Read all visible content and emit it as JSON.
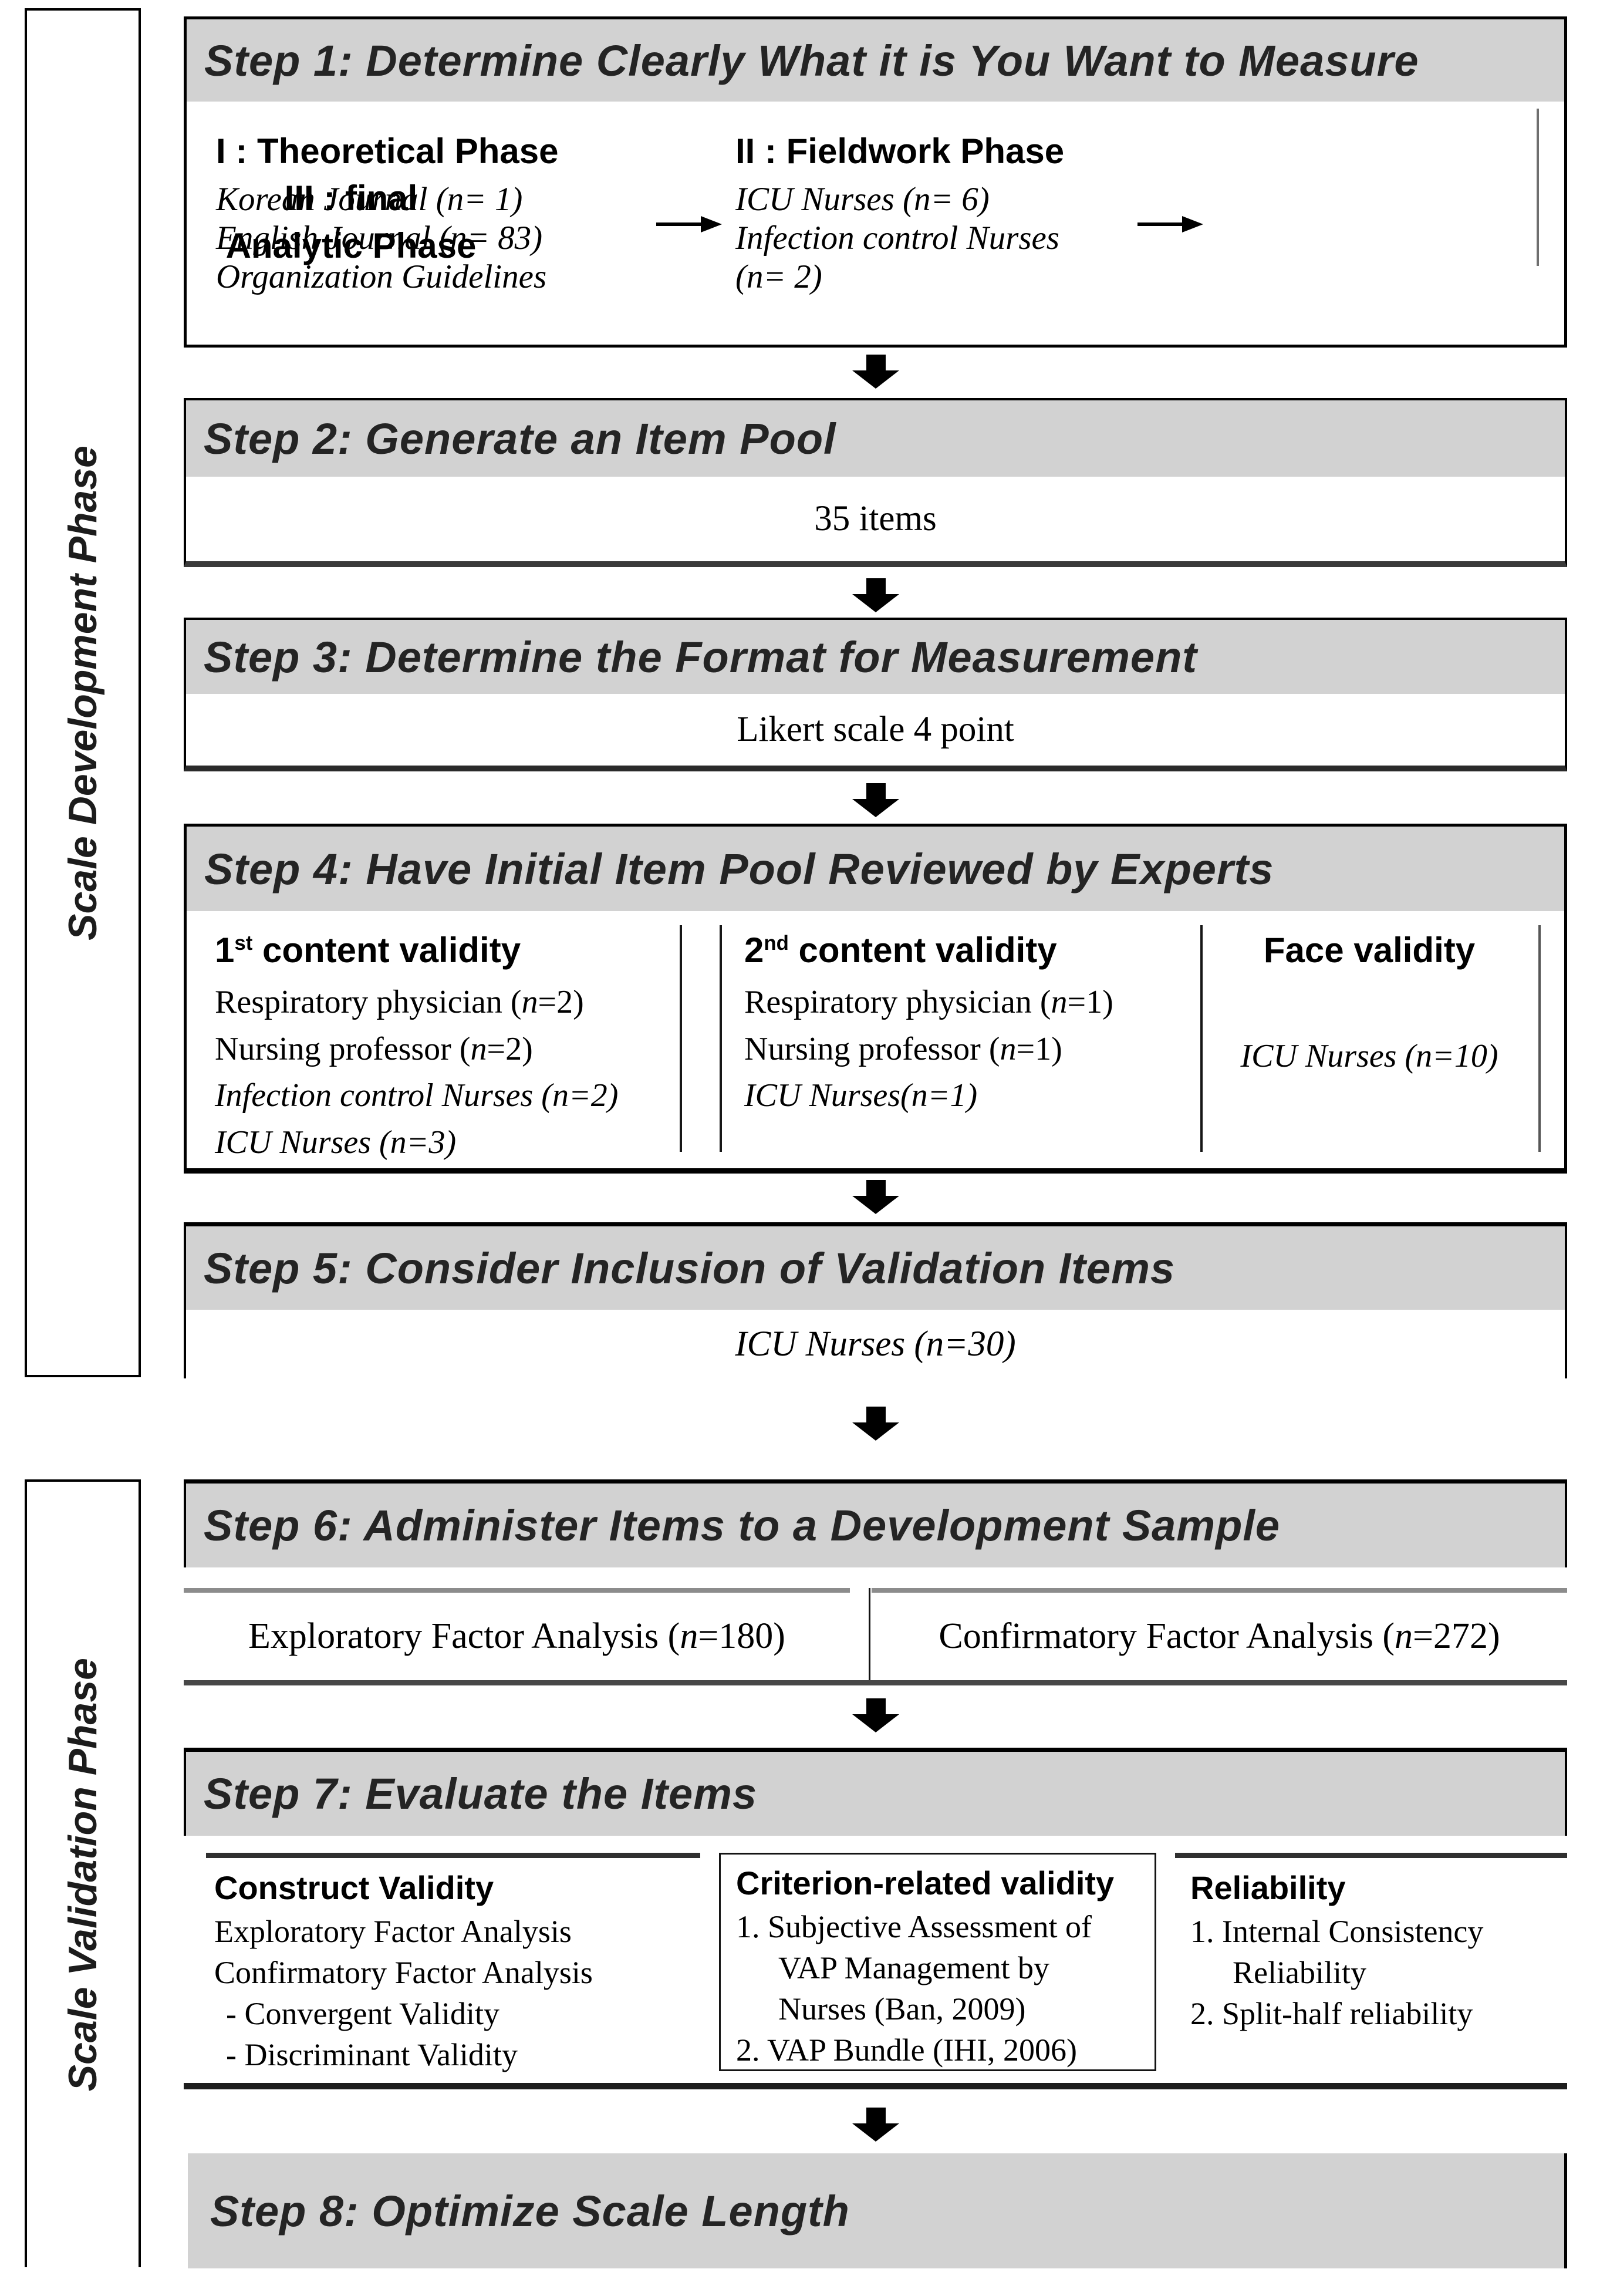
{
  "figure": {
    "phases": {
      "development": {
        "label": "Scale Development Phase"
      },
      "validation": {
        "label": "Scale Validation Phase"
      }
    },
    "colors": {
      "header_fill": "#d2d2d2",
      "border_black": "#000000",
      "divider_gray": "#6f6f6f",
      "rule_dark": "#3a3a3a",
      "cell_top_gray": "#8c8c8c",
      "text": "#000000"
    },
    "icons": {
      "down_arrow": "filled down arrow",
      "right_arrow": "right arrow"
    },
    "step1": {
      "title": "Step 1: Determine Clearly What it is You Want to Measure",
      "theoretical": {
        "heading": "I : Theoretical Phase",
        "lines": [
          {
            "t": "Korean Journal (n= 1)",
            "italic": true
          },
          {
            "t": "English Journal (n= 83)",
            "italic": true
          },
          {
            "t": "Organization Guidelines",
            "italic": true
          }
        ]
      },
      "fieldwork": {
        "heading": "II : Fieldwork Phase",
        "lines": [
          {
            "t": "ICU Nurses (n= 6)",
            "italic": true
          },
          {
            "t": "Infection control Nurses",
            "italic": true
          },
          {
            "t": "(n= 2)",
            "italic": true
          }
        ]
      },
      "analytic": {
        "heading_line1": "III : final",
        "heading_line2": "Analytic Phase"
      }
    },
    "step2": {
      "title": "Step 2: Generate an Item Pool",
      "content": "35 items"
    },
    "step3": {
      "title": "Step 3: Determine the Format for Measurement",
      "content": "Likert scale 4 point"
    },
    "step4": {
      "title": "Step 4: Have Initial Item Pool Reviewed by Experts",
      "col1": {
        "heading_num": "1",
        "heading_ord": "st",
        "heading_rest": " content validity",
        "lines": [
          {
            "t": "Respiratory physician (n=2)"
          },
          {
            "t": "Nursing professor (n=2)"
          },
          {
            "t": "Infection control Nurses (n=2)",
            "italic": true
          },
          {
            "t": "ICU Nurses (n=3)",
            "italic": true
          }
        ]
      },
      "col2": {
        "heading_num": "2",
        "heading_ord": "nd",
        "heading_rest": " content validity",
        "lines": [
          {
            "t": "Respiratory physician (n=1)"
          },
          {
            "t": "Nursing professor (n=1)"
          },
          {
            "t": "ICU Nurses(n=1)",
            "italic": true
          }
        ]
      },
      "col3": {
        "heading": "Face validity",
        "lines": [
          {
            "t": "ICU Nurses (n=10)",
            "italic": true
          }
        ]
      }
    },
    "step5": {
      "title": "Step 5: Consider Inclusion of Validation Items",
      "content": "ICU Nurses (n=30)"
    },
    "step6": {
      "title": "Step 6: Administer Items to a Development Sample",
      "cells": [
        {
          "t": "Exploratory Factor Analysis (n=180)"
        },
        {
          "t": "Confirmatory Factor Analysis (n=272)"
        }
      ]
    },
    "step7": {
      "title": "Step 7: Evaluate the Items",
      "col1": {
        "heading": "Construct Validity",
        "lines": [
          {
            "t": "Exploratory Factor Analysis"
          },
          {
            "t": "Confirmatory Factor Analysis"
          },
          {
            "t": "- Convergent Validity",
            "indent": true
          },
          {
            "t": "- Discriminant Validity",
            "indent": true
          }
        ]
      },
      "col2": {
        "heading": "Criterion-related validity",
        "lines": [
          {
            "t": "1. Subjective Assessment of"
          },
          {
            "t": "VAP Management by",
            "indent": true
          },
          {
            "t": "Nurses (Ban, 2009)",
            "indent": true
          },
          {
            "t": "2. VAP Bundle (IHI, 2006)"
          }
        ]
      },
      "col3": {
        "heading": "Reliability",
        "lines": [
          {
            "t": "1. Internal Consistency"
          },
          {
            "t": "Reliability",
            "indent": true
          },
          {
            "t": "2. Split-half reliability"
          }
        ]
      }
    },
    "step8": {
      "title": "Step 8: Optimize Scale Length"
    }
  }
}
